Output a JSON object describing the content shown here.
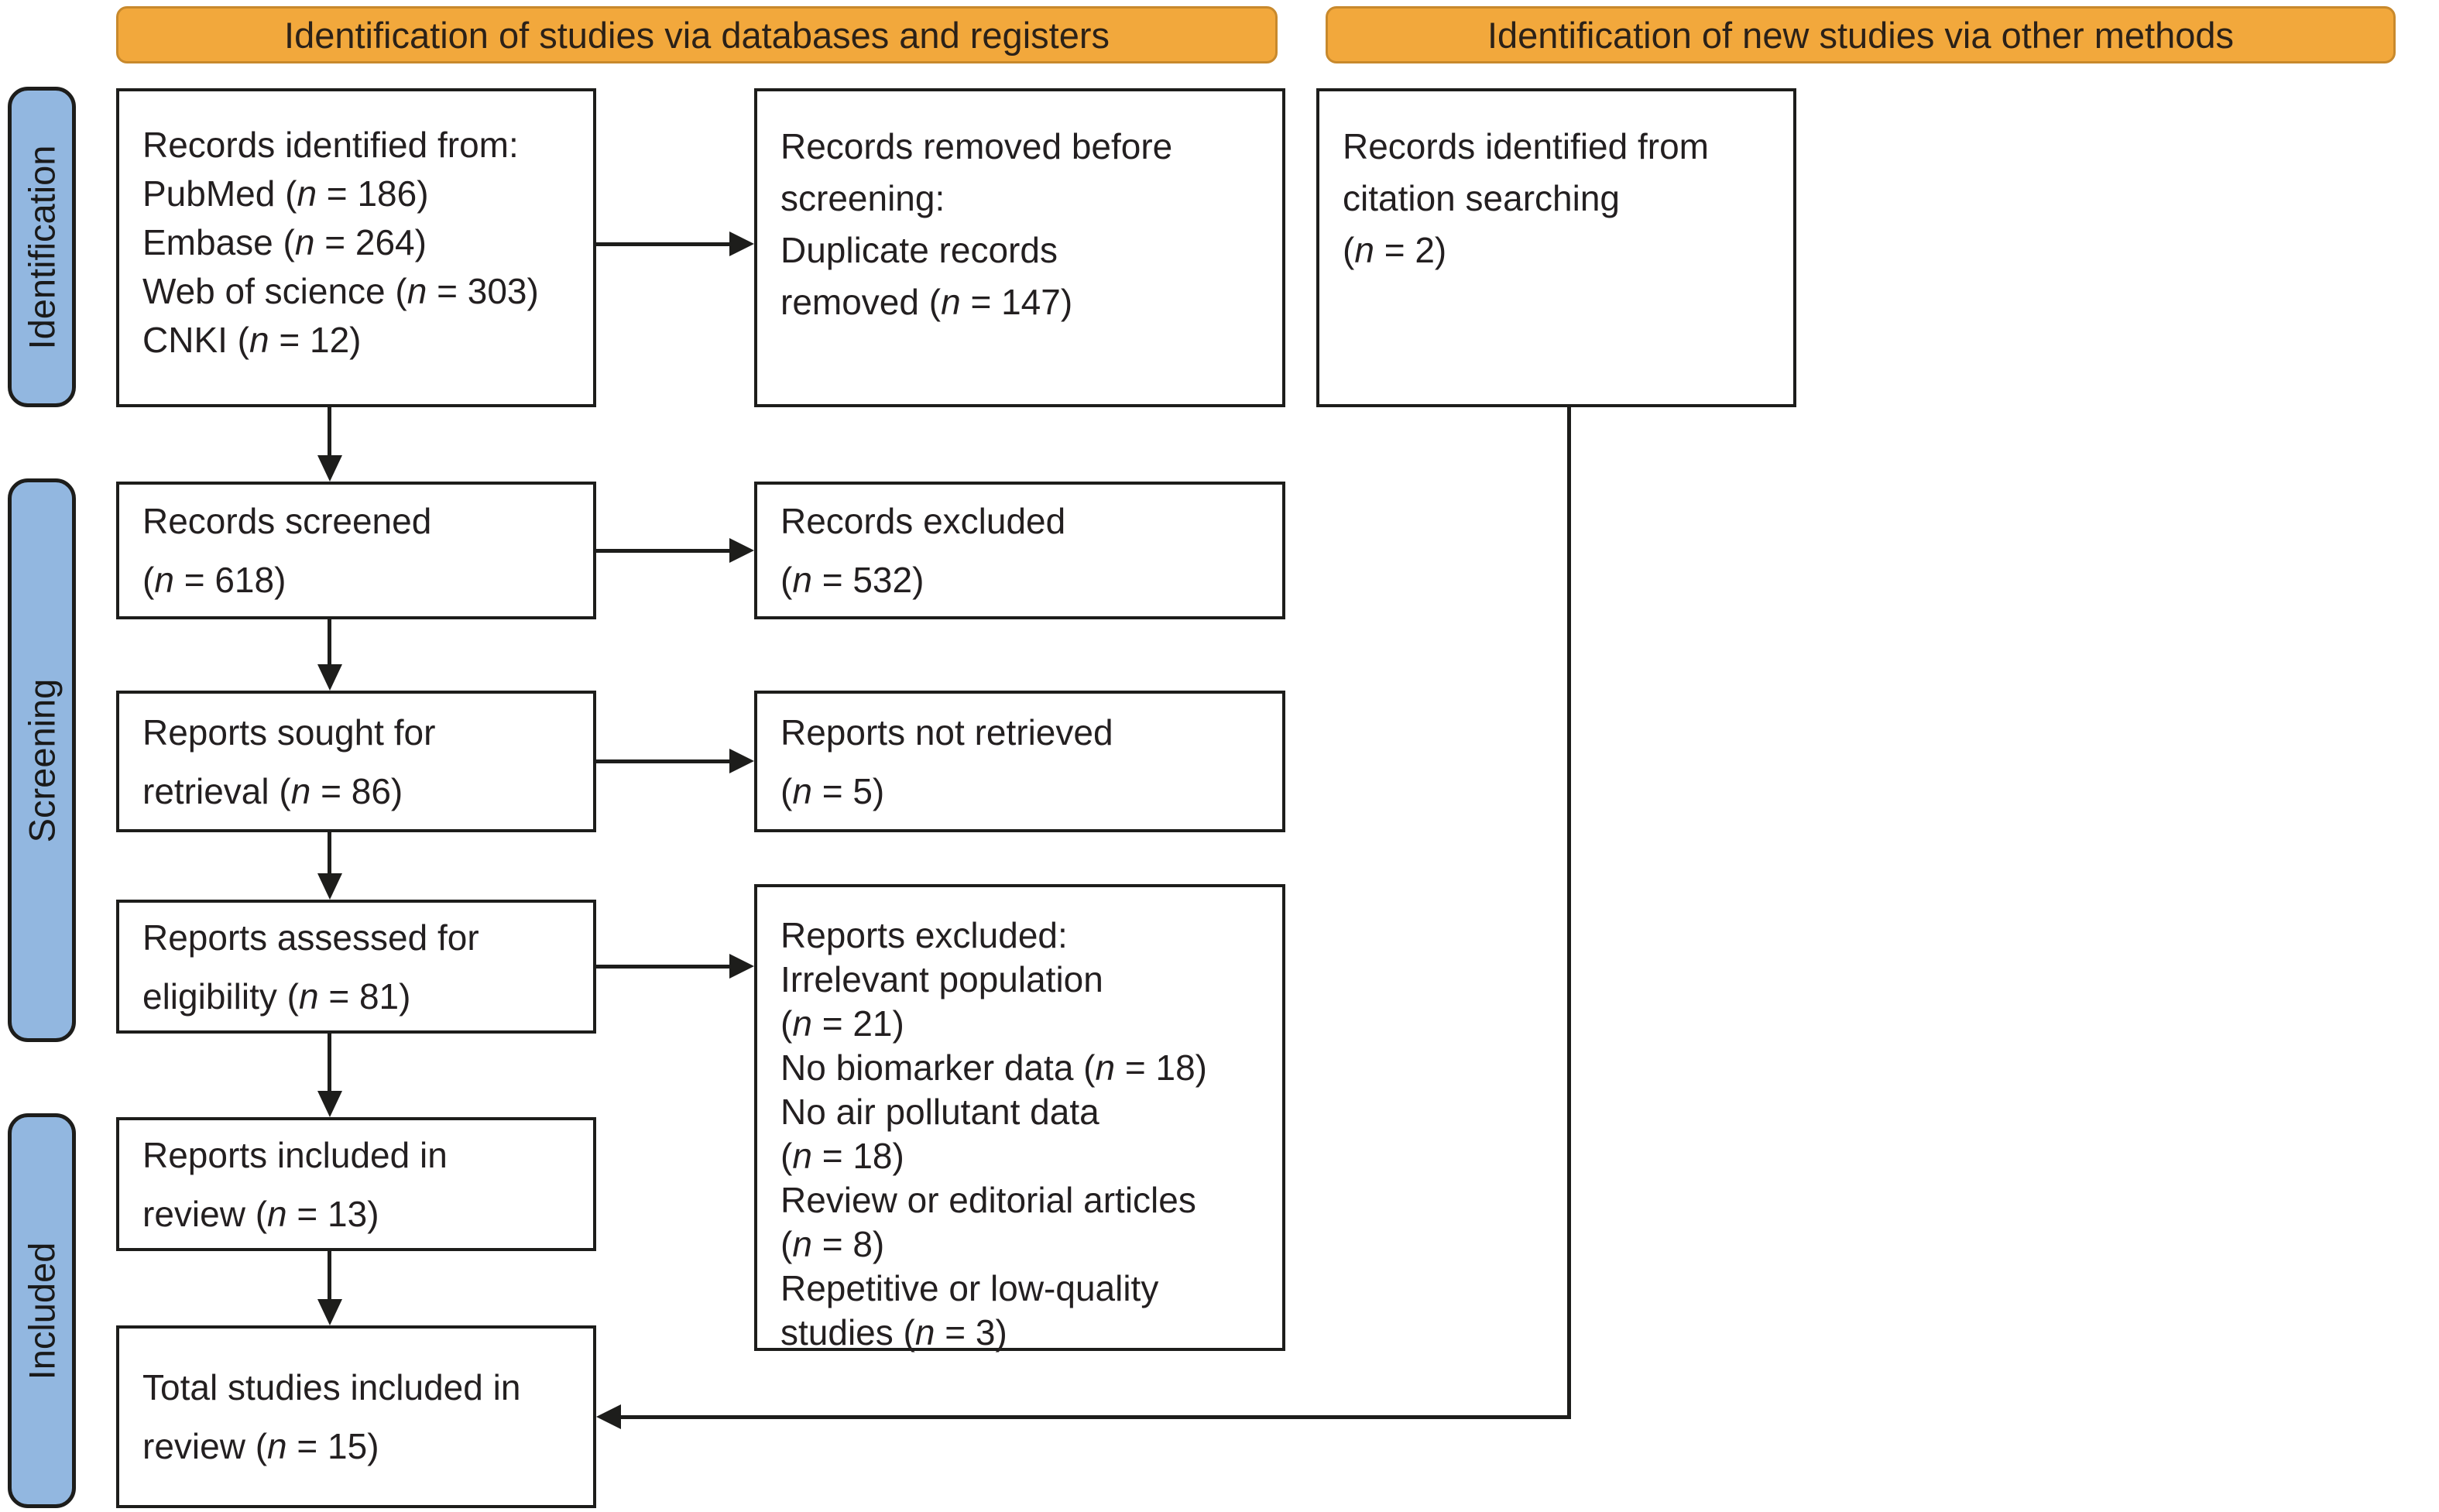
{
  "headers": {
    "databases": "Identification of studies via databases and registers",
    "other_methods": "Identification of new studies via other methods"
  },
  "stages": {
    "identification": "Identification",
    "screening": "Screening",
    "included": "Included"
  },
  "boxes": {
    "records_identified": {
      "lines": [
        "Records identified from:",
        "PubMed (n = 186)",
        "Embase (n = 264)",
        "Web of science (n = 303)",
        "CNKI (n = 12)"
      ]
    },
    "records_removed": {
      "lines": [
        "Records removed before",
        "screening:",
        "Duplicate records",
        "removed (n = 147)"
      ]
    },
    "citation_searching": {
      "lines": [
        "Records identified from",
        "citation searching",
        "(n = 2)"
      ]
    },
    "records_screened": {
      "lines": [
        "Records screened",
        "(n = 618)"
      ]
    },
    "records_excluded": {
      "lines": [
        "Records excluded",
        "(n = 532)"
      ]
    },
    "reports_sought": {
      "lines": [
        "Reports sought for",
        "retrieval (n = 86)"
      ]
    },
    "reports_not_retrieved": {
      "lines": [
        "Reports not retrieved",
        "(n = 5)"
      ]
    },
    "reports_assessed": {
      "lines": [
        "Reports assessed for",
        "eligibility (n = 81)"
      ]
    },
    "reports_excluded": {
      "lines": [
        "Reports excluded:",
        "Irrelevant population",
        "(n = 21)",
        "No biomarker data (n = 18)",
        "No air pollutant data",
        "(n = 18)",
        "Review or editorial articles",
        "(n = 8)",
        "Repetitive or low-quality",
        "studies (n = 3)"
      ]
    },
    "reports_included": {
      "lines": [
        "Reports included in",
        "review (n = 13)"
      ]
    },
    "total_included": {
      "lines": [
        "Total studies included in",
        "review (n = 15)"
      ]
    }
  },
  "colors": {
    "header_bg": "#F2A83C",
    "header_border": "#C8892C",
    "stage_bg": "#92B7E0",
    "box_border": "#1D1D1B",
    "line": "#1D1D1B",
    "text": "#231F20"
  }
}
